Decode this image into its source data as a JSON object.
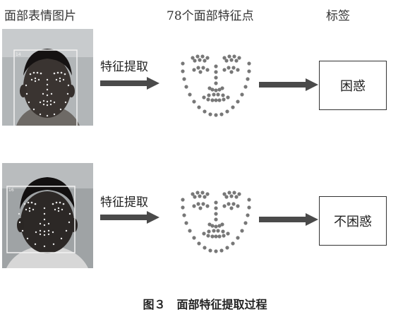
{
  "headers": {
    "photos": "面部表情图片",
    "landmarks": "78个面部特征点",
    "labels": "标签"
  },
  "rows": [
    {
      "arrow_label": "特征提取",
      "tag": "困惑",
      "box_score": "14"
    },
    {
      "arrow_label": "特征提取",
      "tag": "不困惑",
      "box_score": "16"
    }
  ],
  "caption": "图３　面部特征提取过程",
  "colors": {
    "arrow": "#4a4a4a",
    "dot": "#777777",
    "box": "#333333"
  },
  "icons": {
    "face_photo": "face-photo-icon",
    "landmark_face": "landmark-face-icon",
    "arrow": "right-arrow-icon"
  }
}
